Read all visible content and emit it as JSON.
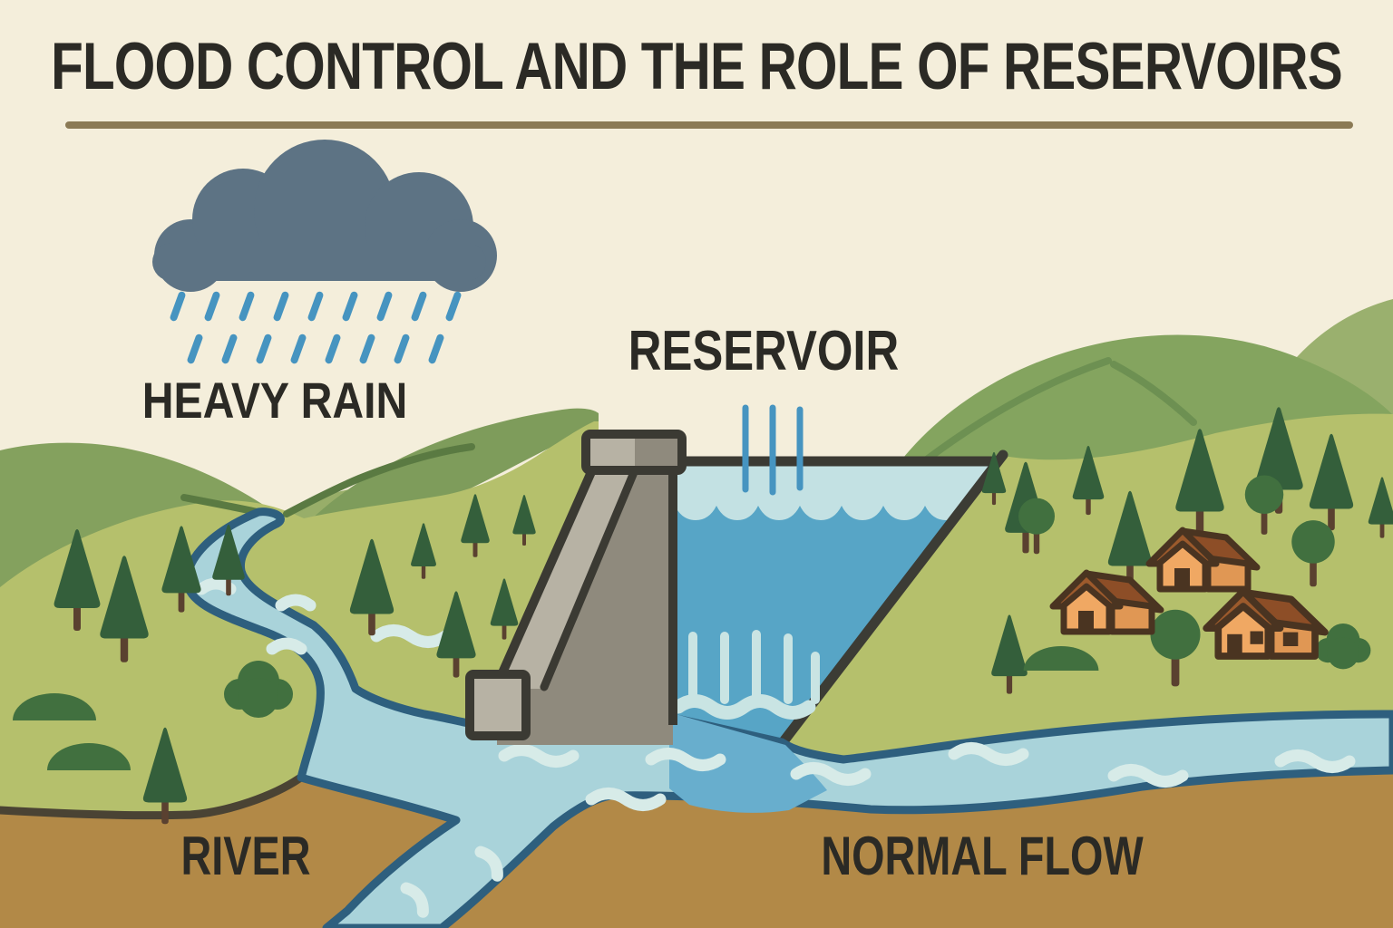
{
  "title": "FLOOD CONTROL AND THE ROLE OF RESERVOIRS",
  "labels": {
    "heavy_rain": "HEAVY RAIN",
    "reservoir": "RESERVOIR",
    "river": "RIVER",
    "normal_flow": "NORMAL FLOW"
  },
  "scene": {
    "houses_count": 3,
    "rain_drops_row1": 9,
    "rain_drops_row2": 8,
    "reservoir_inflow_lines": 3,
    "reservoir_outlet_lines": 5
  },
  "colors": {
    "background": "#f4eedb",
    "title_text": "#2b2a25",
    "divider": "#8b7a55",
    "cloud": "#5d7384",
    "rain": "#4694c0",
    "hill_back": "#84a15e",
    "hill_mid": "#7e9c5b",
    "hill_corner": "#9ab06e",
    "meadow": "#b5c06c",
    "ridge": "#5a7a42",
    "tree": "#345f3b",
    "trunk": "#5a4130",
    "river_water": "#a9d3da",
    "reservoir_water": "#57a5c6",
    "reservoir_surface_band": "#c3e1e3",
    "water_outline": "#2e5f7e",
    "water_highlight": "#d7ebe8",
    "dam_light": "#b7b2a4",
    "dam_dark": "#8f8a7d",
    "dam_outline": "#3b3a33",
    "earth": "#b28947",
    "earth_edge": "#4a4334",
    "house_wall": "#f0a863",
    "house_wall_side": "#e09754",
    "house_roof_front": "#9c5a2c",
    "house_roof_side": "#8d4e27",
    "house_outline": "#4a3421"
  }
}
